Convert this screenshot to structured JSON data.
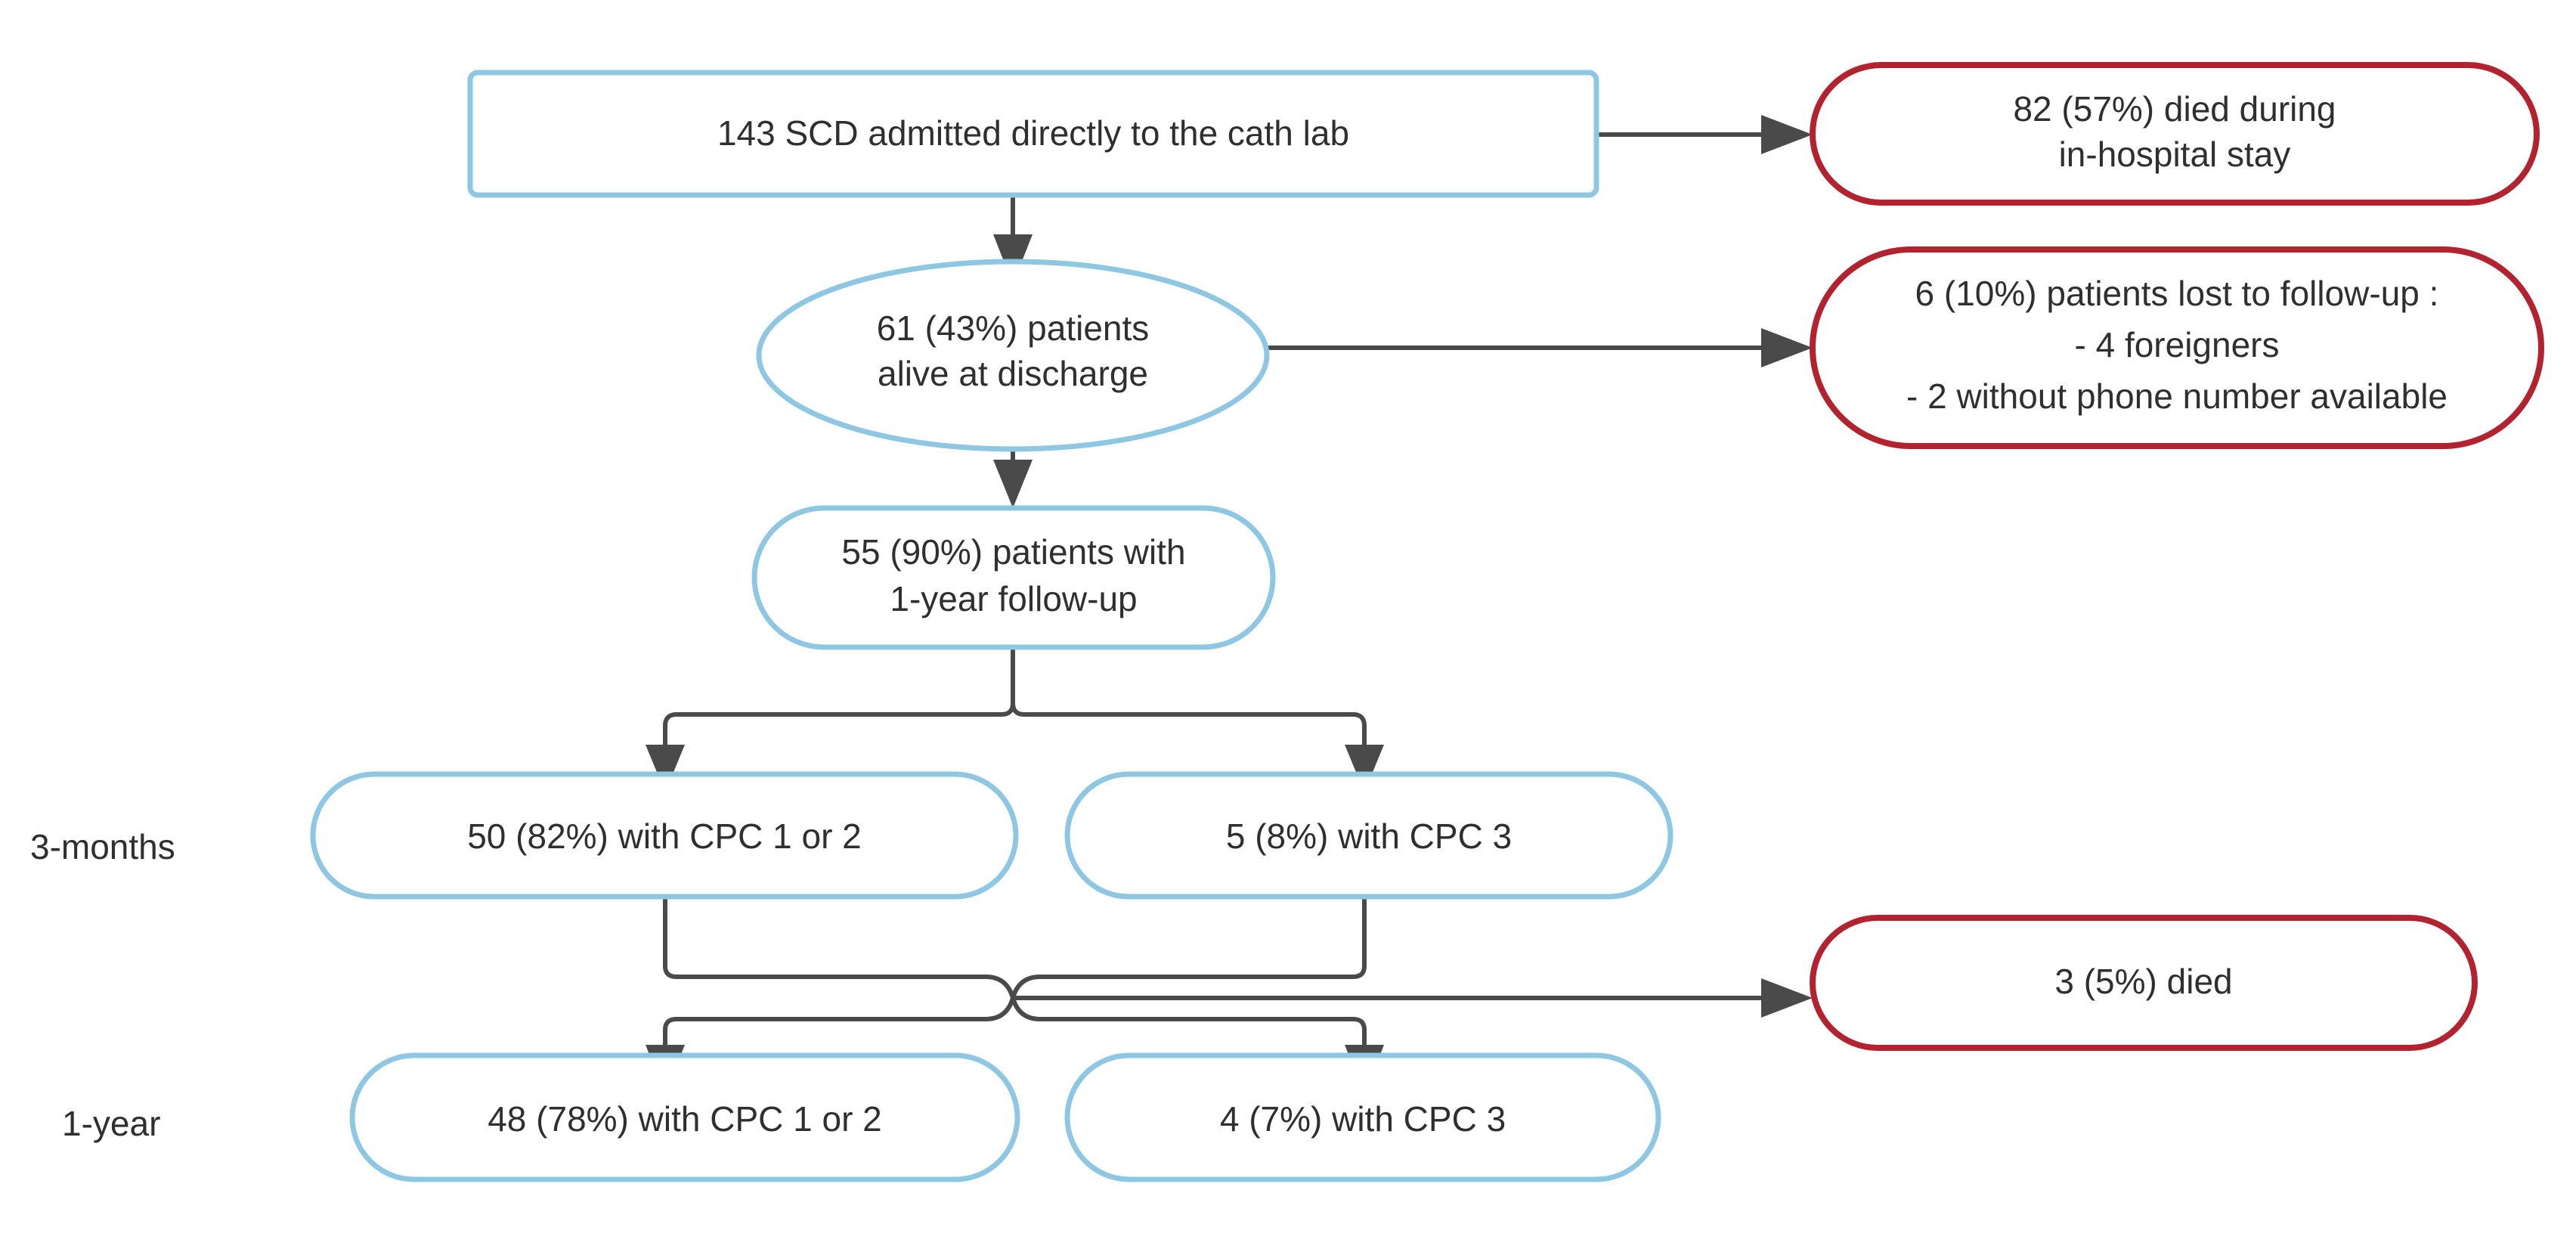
{
  "diagram": {
    "title": "SCD patient flow",
    "colors": {
      "node_blue": "#8ec7e4",
      "node_red": "#b2222f",
      "connector": "#4a4a4a",
      "text": "#2f2f2f",
      "background": "#ffffff"
    },
    "stage_labels": [
      {
        "id": "stage-3-months",
        "text": "3-months"
      },
      {
        "id": "stage-1-year",
        "text": "1-year"
      }
    ],
    "nodes": [
      {
        "id": "admitted",
        "shape": "rectangle",
        "color": "blue",
        "lines": [
          "143 SCD admitted directly to the cath lab"
        ]
      },
      {
        "id": "in-hospital-death",
        "shape": "stadium",
        "color": "red",
        "lines": [
          "82 (57%) died during",
          "in-hospital stay"
        ]
      },
      {
        "id": "alive-at-discharge",
        "shape": "ellipse",
        "color": "blue",
        "lines": [
          "61 (43%) patients",
          "alive at discharge"
        ]
      },
      {
        "id": "lost-to-follow-up",
        "shape": "stadium",
        "color": "red",
        "lines": [
          "6 (10%) patients lost to follow-up :",
          "- 4 foreigners",
          "- 2 without phone number available"
        ]
      },
      {
        "id": "one-year-follow-up",
        "shape": "stadium",
        "color": "blue",
        "lines": [
          "55 (90%) patients with",
          "1-year follow-up"
        ]
      },
      {
        "id": "cpc12-3months",
        "shape": "stadium",
        "color": "blue",
        "lines": [
          "50 (82%) with CPC 1 or 2"
        ]
      },
      {
        "id": "cpc3-3months",
        "shape": "stadium",
        "color": "blue",
        "lines": [
          "5 (8%) with CPC 3"
        ]
      },
      {
        "id": "died-followup",
        "shape": "stadium",
        "color": "red",
        "lines": [
          "3 (5%) died"
        ]
      },
      {
        "id": "cpc12-1year",
        "shape": "stadium",
        "color": "blue",
        "lines": [
          "48 (78%) with CPC 1 or 2"
        ]
      },
      {
        "id": "cpc3-1year",
        "shape": "stadium",
        "color": "blue",
        "lines": [
          "4 (7%) with CPC 3"
        ]
      }
    ],
    "text": {
      "admitted_l1": "143 SCD admitted directly to the cath lab",
      "inhospital_l1": "82 (57%) died during",
      "inhospital_l2": "in-hospital stay",
      "alive_l1": "61 (43%) patients",
      "alive_l2": "alive at discharge",
      "lost_l1": "6 (10%) patients lost to follow-up :",
      "lost_l2": "- 4 foreigners",
      "lost_l3": "- 2 without phone number available",
      "fu_l1": "55 (90%) patients with",
      "fu_l2": "1-year follow-up",
      "cpc12_3m": "50 (82%) with CPC 1 or 2",
      "cpc3_3m": "5 (8%) with CPC 3",
      "died_fu": "3 (5%) died",
      "cpc12_1y": "48 (78%) with CPC 1 or 2",
      "cpc3_1y": "4 (7%) with CPC 3",
      "label_3months": "3-months",
      "label_1year": "1-year"
    }
  }
}
